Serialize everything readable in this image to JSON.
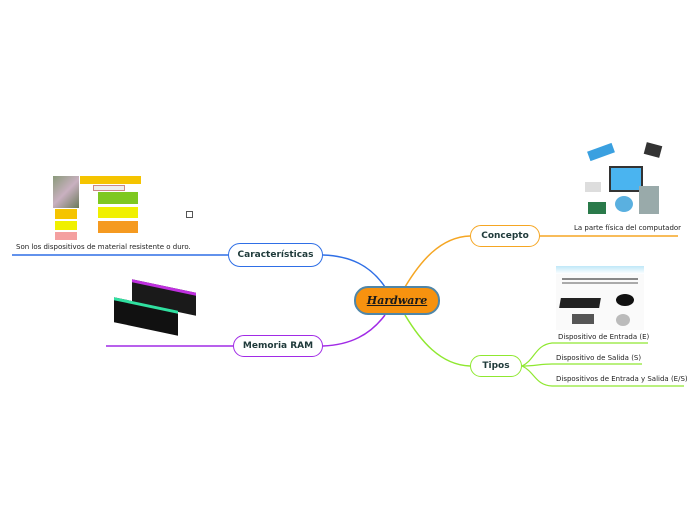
{
  "root": {
    "label": "Hardware",
    "fill": "#f7920f",
    "border": "#4f86a8"
  },
  "branches": [
    {
      "id": "caracteristicas",
      "label": "Características",
      "color": "#2f6fe6",
      "side": "left",
      "children": [
        {
          "label": "Son los dispositivos de material resistente o duro.",
          "image": "hardware-characteristics-infographic",
          "has_link_icon": true
        }
      ]
    },
    {
      "id": "memoria",
      "label": "Memoria RAM",
      "color": "#a12be6",
      "side": "left",
      "children": [
        {
          "label": "",
          "image": "ram-modules-photo"
        }
      ]
    },
    {
      "id": "concepto",
      "label": "Concepto",
      "color": "#f5a623",
      "side": "right",
      "children": [
        {
          "label": "La parte física del computador",
          "image": "computer-components-illustration"
        }
      ]
    },
    {
      "id": "tipos",
      "label": "Tipos",
      "color": "#8fe830",
      "side": "right",
      "children": [
        {
          "label": "Dispositivo de Entrada (E)",
          "image": "input-devices-image"
        },
        {
          "label": "Dispositivo de Salida (S)"
        },
        {
          "label": "Dispositivos de Entrada y Salida (E/S)"
        }
      ]
    }
  ]
}
